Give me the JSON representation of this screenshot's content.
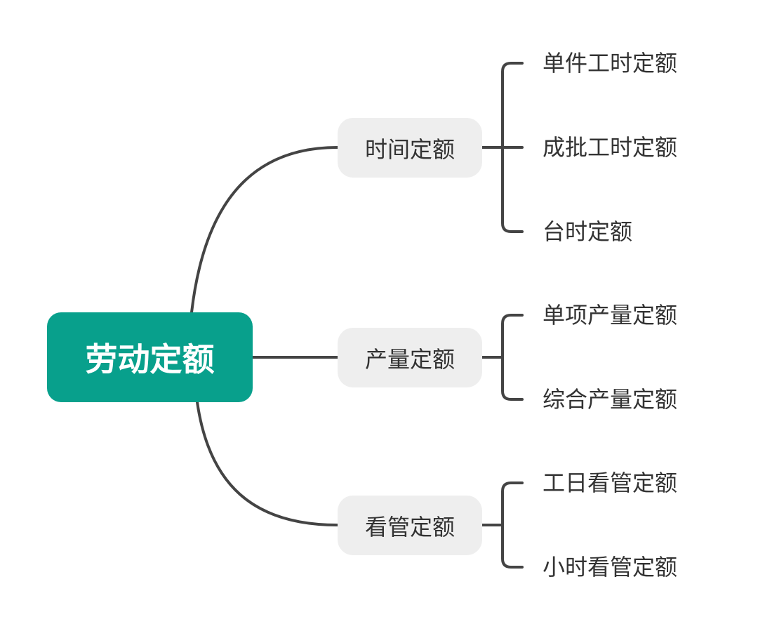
{
  "colors": {
    "root_fill": "#08a08c",
    "branch_fill": "#eeeeee",
    "line": "#444444",
    "text": "#333333"
  },
  "mindmap": {
    "root": "劳动定额",
    "branches": [
      {
        "label": "时间定额",
        "children": [
          "单件工时定额",
          "成批工时定额",
          "台时定额"
        ]
      },
      {
        "label": "产量定额",
        "children": [
          "单项产量定额",
          "综合产量定额"
        ]
      },
      {
        "label": "看管定额",
        "children": [
          "工日看管定额",
          "小时看管定额"
        ]
      }
    ]
  }
}
